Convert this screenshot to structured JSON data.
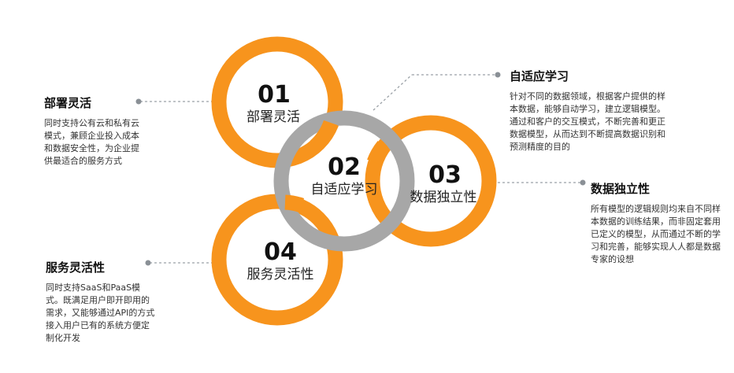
{
  "colors": {
    "orange": "#F7941D",
    "gray": "#A7A7A7",
    "connector": "#9AA0A6"
  },
  "rings": [
    {
      "id": "01",
      "label": "部署灵活",
      "color": "orange"
    },
    {
      "id": "02",
      "label": "自适应学习",
      "color": "gray"
    },
    {
      "id": "03",
      "label": "数据独立性",
      "color": "orange"
    },
    {
      "id": "04",
      "label": "服务灵活性",
      "color": "orange"
    }
  ],
  "blocks": {
    "deploy": {
      "title": "部署灵活",
      "body": "同时支持公有云和私有云模式，兼顾企业投入成本和数据安全性，为企业提供最适合的服务方式"
    },
    "adaptive": {
      "title": "自适应学习",
      "body": "针对不同的数据领域，根据客户提供的样本数据，能够自动学习，建立逻辑模型。通过和客户的交互模式，不断完善和更正数据模型，从而达到不断提高数据识别和预测精度的目的"
    },
    "independence": {
      "title": "数据独立性",
      "body": "所有模型的逻辑规则均来自不同样本数据的训练结果，而非固定套用已定义的模型，从而通过不断的学习和完善，能够实现人人都是数据专家的设想"
    },
    "service": {
      "title": "服务灵活性",
      "body": "同时支持SaaS和PaaS模式。既满足用户即开即用的需求，又能够通过API的方式接入用户已有的系统方便定制化开发"
    }
  }
}
